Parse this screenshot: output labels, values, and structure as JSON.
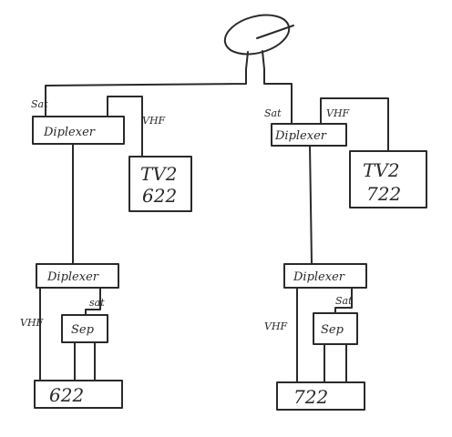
{
  "diagram": {
    "labels": {
      "sat_left_top": "Sat",
      "vhf_left_top": "VHF",
      "sat_right_top": "Sat",
      "vhf_right_top": "VHF",
      "sat_left_bottom": "sat",
      "vhf_left_bottom": "VHF",
      "sat_right_bottom": "Sat",
      "vhf_right_bottom": "VHF"
    },
    "boxes": {
      "diplexer_top_left": "Diplexer",
      "diplexer_top_right": "Diplexer",
      "diplexer_bottom_left": "Diplexer",
      "diplexer_bottom_right": "Diplexer",
      "tv2_left_line1": "TV2",
      "tv2_left_line2": "622",
      "tv2_right_line1": "TV2",
      "tv2_right_line2": "722",
      "sep_left": "Sep",
      "sep_right": "Sep",
      "receiver_left": "622",
      "receiver_right": "722"
    },
    "icons": {
      "satellite_dish": "satellite-dish-icon"
    }
  }
}
